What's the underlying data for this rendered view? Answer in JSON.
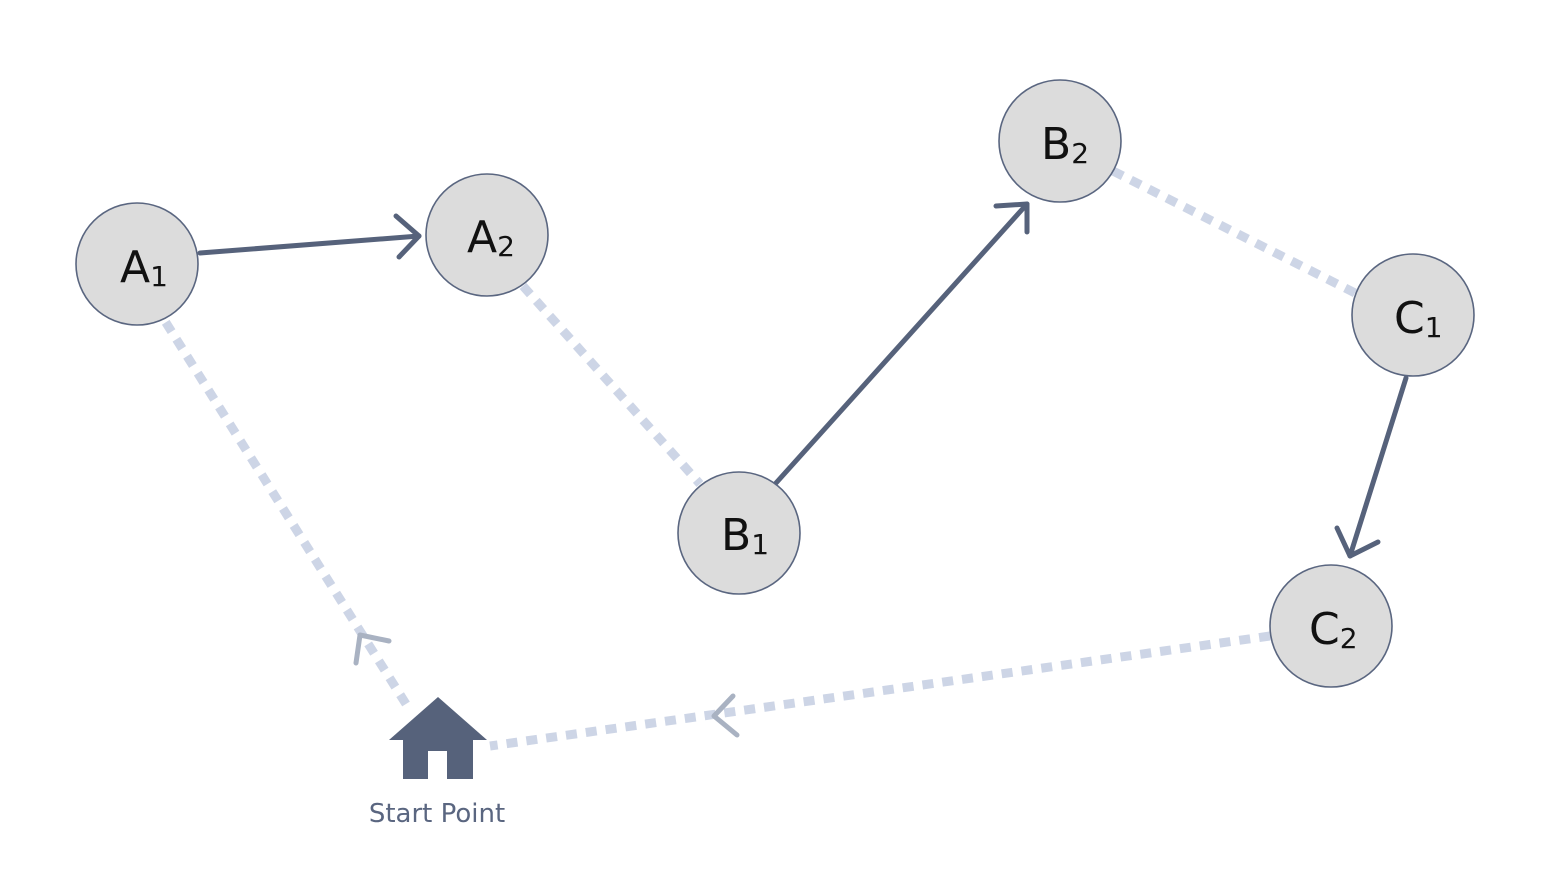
{
  "nodes": [
    {
      "id": "A1",
      "main": "A",
      "sub": "1"
    },
    {
      "id": "A2",
      "main": "A",
      "sub": "2"
    },
    {
      "id": "B1",
      "main": "B",
      "sub": "1"
    },
    {
      "id": "B2",
      "main": "B",
      "sub": "2"
    },
    {
      "id": "C1",
      "main": "C",
      "sub": "1"
    },
    {
      "id": "C2",
      "main": "C",
      "sub": "2"
    }
  ],
  "edges": [
    {
      "from": "A1",
      "to": "A2",
      "style": "solid",
      "directed": true
    },
    {
      "from": "A2",
      "to": "B1",
      "style": "dashed",
      "directed": false
    },
    {
      "from": "B1",
      "to": "B2",
      "style": "solid",
      "directed": true
    },
    {
      "from": "B2",
      "to": "C1",
      "style": "dashed",
      "directed": false
    },
    {
      "from": "C1",
      "to": "C2",
      "style": "solid",
      "directed": true
    },
    {
      "from": "C2",
      "to": "Start",
      "style": "dashed",
      "directed": true
    },
    {
      "from": "Start",
      "to": "A1",
      "style": "dashed",
      "directed": true
    }
  ],
  "start": {
    "label": "Start Point",
    "icon": "home-icon"
  },
  "colors": {
    "node_fill": "#dcdcdc",
    "node_stroke": "#5a6680",
    "solid_edge": "#56627b",
    "dashed_edge": "#cdd5e6",
    "faint_arrow": "#a9b2c2",
    "home_icon": "#56627b"
  }
}
